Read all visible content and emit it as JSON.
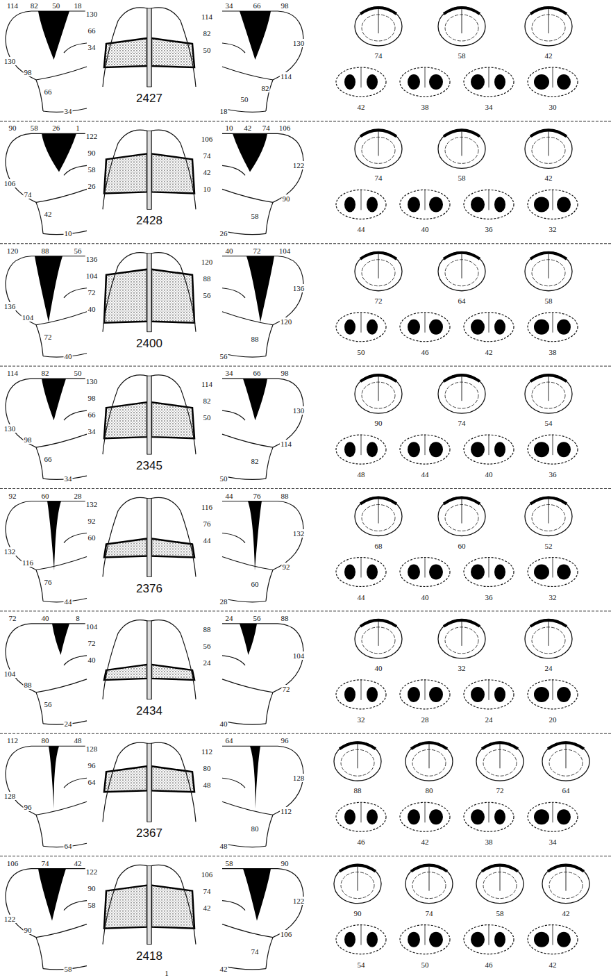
{
  "diagram": {
    "labels": [
      "114",
      "82",
      "50",
      "18",
      "130",
      "98",
      "66",
      "34",
      "130",
      "114",
      "66",
      "82",
      "34",
      "50",
      "2427",
      "34",
      "66",
      "98",
      "130",
      "114",
      "82",
      "50",
      "18",
      "74",
      "58",
      "42",
      "42",
      "38",
      "34",
      "30",
      "90",
      "58",
      "26",
      "1",
      "106",
      "74",
      "42",
      "10",
      "122",
      "106",
      "90",
      "74",
      "58",
      "42",
      "26",
      "10",
      "2428",
      "10",
      "42",
      "74",
      "106",
      "122",
      "90",
      "58",
      "26",
      "74",
      "58",
      "42",
      "44",
      "40",
      "36",
      "32",
      "120",
      "88",
      "56",
      "136",
      "104",
      "72",
      "40",
      "136",
      "120",
      "104",
      "88",
      "72",
      "56",
      "40",
      "2400",
      "40",
      "72",
      "104",
      "136",
      "120",
      "88",
      "56",
      "72",
      "64",
      "58",
      "50",
      "46",
      "42",
      "38",
      "114",
      "82",
      "50",
      "130",
      "98",
      "66",
      "34",
      "130",
      "114",
      "98",
      "82",
      "66",
      "50",
      "34",
      "2345",
      "34",
      "66",
      "98",
      "130",
      "114",
      "82",
      "50",
      "90",
      "74",
      "54",
      "48",
      "44",
      "40",
      "36",
      "92",
      "60",
      "28",
      "132",
      "116",
      "76",
      "44",
      "132",
      "116",
      "92",
      "76",
      "60",
      "44",
      "2376",
      "44",
      "76",
      "88",
      "132",
      "92",
      "60",
      "28",
      "68",
      "60",
      "52",
      "44",
      "40",
      "36",
      "32",
      "72",
      "40",
      "8",
      "104",
      "88",
      "56",
      "24",
      "104",
      "88",
      "72",
      "56",
      "40",
      "24",
      "2434",
      "24",
      "56",
      "88",
      "104",
      "72",
      "40",
      "40",
      "32",
      "24",
      "32",
      "28",
      "24",
      "20",
      "112",
      "80",
      "48",
      "128",
      "96",
      "64",
      "128",
      "112",
      "96",
      "80",
      "64",
      "48",
      "2367",
      "64",
      "96",
      "128",
      "112",
      "80",
      "48",
      "88",
      "80",
      "72",
      "64",
      "46",
      "42",
      "38",
      "34",
      "106",
      "74",
      "42",
      "122",
      "90",
      "58",
      "122",
      "106",
      "90",
      "74",
      "58",
      "42",
      "2418",
      "1",
      "58",
      "90",
      "122",
      "106",
      "74",
      "42",
      "90",
      "74",
      "58",
      "42",
      "54",
      "50",
      "46",
      "42"
    ]
  }
}
